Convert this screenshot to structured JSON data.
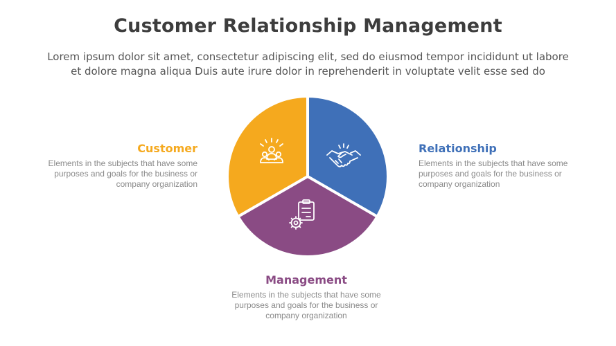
{
  "title": "Customer Relationship Management",
  "subtitle_line1": "Lorem ipsum dolor sit amet, consectetur adipiscing elit, sed do eiusmod tempor incididunt ut labore",
  "subtitle_line2": "et dolore magna aliqua Duis aute irure dolor in reprehenderit in voluptate velit esse sed do",
  "colors": {
    "customer": "#F5A91E",
    "relationship": "#3F70B8",
    "management": "#8A4B84",
    "text_dark": "#3d3d3d",
    "text_muted": "#8a8a8a"
  },
  "segments": [
    {
      "key": "customer",
      "title": "Customer",
      "icon": "people-group-icon",
      "desc_lines": [
        "Elements in the subjects that have some",
        "purposes and goals for the business or",
        "company organization"
      ]
    },
    {
      "key": "relationship",
      "title": "Relationship",
      "icon": "handshake-icon",
      "desc_lines": [
        "Elements in the subjects that have some",
        "purposes and goals for the business or",
        "company organization"
      ]
    },
    {
      "key": "management",
      "title": "Management",
      "icon": "clipboard-gear-icon",
      "desc_lines": [
        "Elements in the subjects that have some",
        "purposes and goals for the business or",
        "company organization"
      ]
    }
  ]
}
